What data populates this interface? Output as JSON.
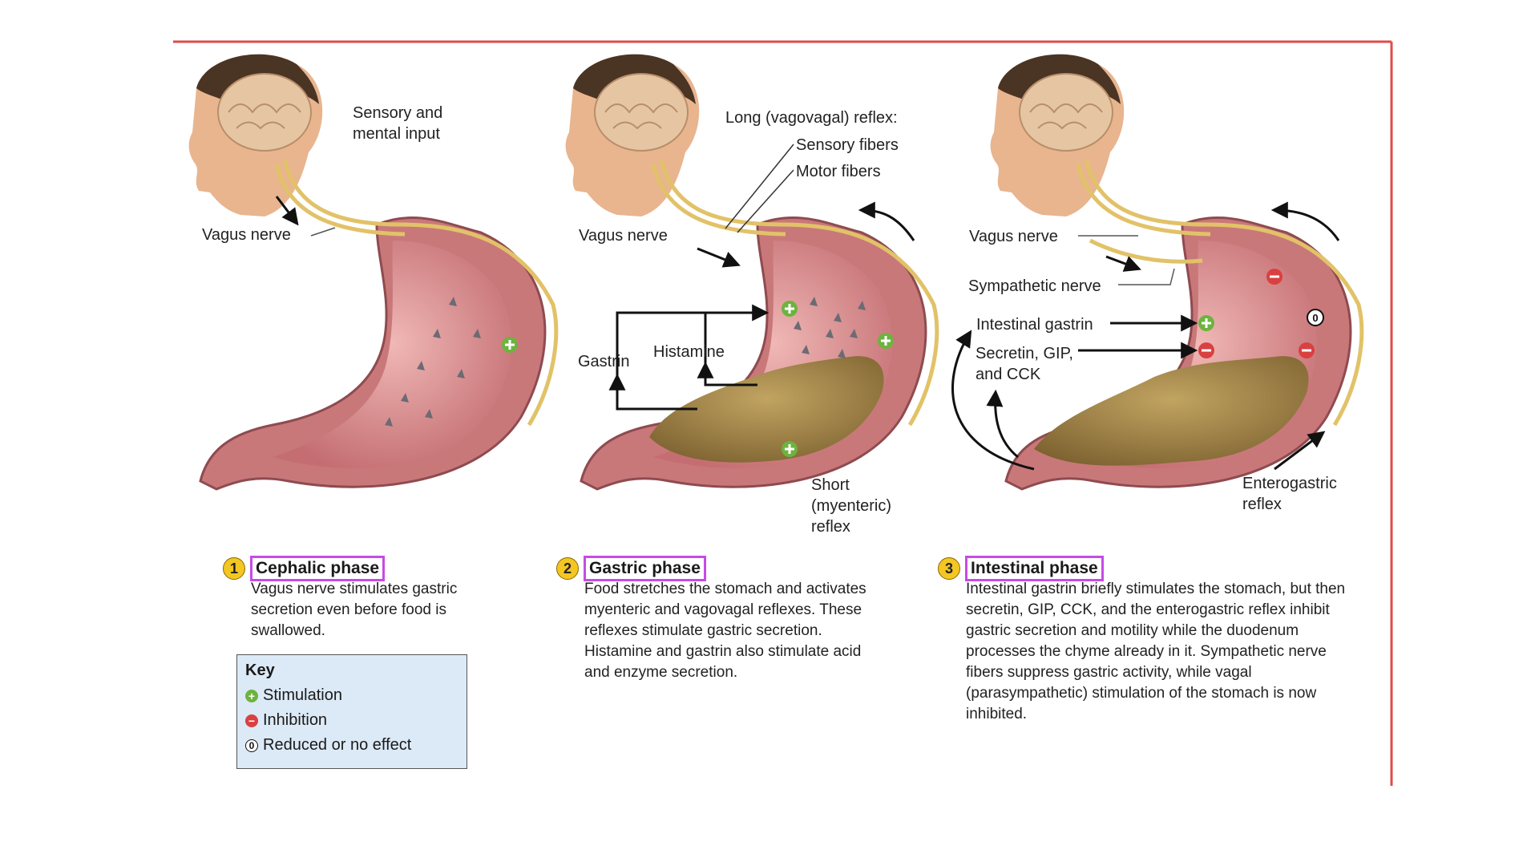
{
  "panel1": {
    "labels": {
      "sensory": "Sensory and\nmental input",
      "vagus": "Vagus nerve"
    },
    "number": "1",
    "title": "Cephalic phase",
    "description": "Vagus nerve stimulates gastric secretion even before food is swallowed."
  },
  "panel2": {
    "labels": {
      "long_reflex": "Long (vagovagal) reflex:",
      "sensory_fibers": "Sensory fibers",
      "motor_fibers": "Motor fibers",
      "vagus": "Vagus nerve",
      "gastrin": "Gastrin",
      "histamine": "Histamine",
      "short_reflex": "Short\n(myenteric)\nreflex"
    },
    "number": "2",
    "title": "Gastric phase",
    "description": "Food stretches the stomach and activates myenteric and vagovagal reflexes. These reflexes stimulate gastric secretion. Histamine and gastrin also stimulate acid and enzyme secretion."
  },
  "panel3": {
    "labels": {
      "vagus": "Vagus nerve",
      "sympathetic": "Sympathetic nerve",
      "intestinal_gastrin": "Intestinal gastrin",
      "secretin": "Secretin, GIP,\nand CCK",
      "enterogastric": "Enterogastric\nreflex"
    },
    "number": "3",
    "title": "Intestinal phase",
    "description": "Intestinal gastrin briefly stimulates the stomach, but then secretin, GIP, CCK, and the enterogastric reflex inhibit gastric secretion and motility while the duodenum processes the chyme already in it. Sympathetic nerve fibers suppress gastric activity, while vagal (parasympathetic) stimulation of the stomach is now inhibited."
  },
  "key": {
    "title": "Key",
    "items": [
      {
        "symbol": "+",
        "label": "Stimulation"
      },
      {
        "symbol": "−",
        "label": "Inhibition"
      },
      {
        "symbol": "0",
        "label": "Reduced or no effect"
      }
    ]
  },
  "colors": {
    "frame": "#e04a4a",
    "nerve": "#e2c268",
    "stomach": "#c9787a",
    "mucosa": "#e7a6a4",
    "chyme": "#a48545",
    "skin": "#e8b58f",
    "brain": "#e6c6a2",
    "hair": "#4a3424",
    "stimulation": "#6db33f",
    "inhibition": "#d94040",
    "highlight": "#c64be6"
  }
}
